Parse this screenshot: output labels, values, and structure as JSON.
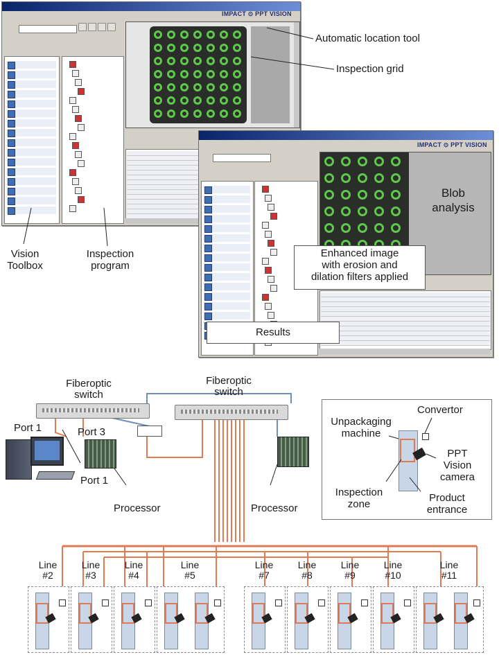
{
  "screenshot1": {
    "brand": "IMPACT ⊙ PPT VISION"
  },
  "screenshot2": {
    "brand": "IMPACT ⊙ PPT VISION"
  },
  "callouts": {
    "auto_location": "Automatic location tool",
    "inspection_grid": "Inspection grid",
    "blob_analysis": "Blob\nanalysis",
    "enhanced_image": "Enhanced image\nwith erosion and\ndilation filters applied",
    "results": "Results",
    "vision_toolbox": "Vision\nToolbox",
    "inspection_program": "Inspection\nprogram"
  },
  "network": {
    "switch_left": "Fiberoptic\nswitch",
    "switch_right": "Fiberoptic\nswitch",
    "port1_top": "Port 1",
    "port3": "Port 3",
    "port1_bottom": "Port 1",
    "processor_left": "Processor",
    "processor_right": "Processor"
  },
  "inset": {
    "convertor": "Convertor",
    "unpackaging_machine": "Unpackaging\nmachine",
    "ppt_vision_camera": "PPT\nVision\ncamera",
    "inspection_zone": "Inspection\nzone",
    "product_entrance": "Product\nentrance"
  },
  "lines": [
    {
      "label": "Line\n#2"
    },
    {
      "label": "Line\n#3"
    },
    {
      "label": "Line\n#4"
    },
    {
      "label": "Line\n#5"
    },
    {
      "label": "Line\n#7"
    },
    {
      "label": "Line\n#8"
    },
    {
      "label": "Line\n#9"
    },
    {
      "label": "Line\n#10"
    },
    {
      "label": "Line\n#11"
    }
  ],
  "colors": {
    "fiber": "#e07a55",
    "cable_blue": "#6f8fb8",
    "ring_green": "#5ec94a"
  }
}
